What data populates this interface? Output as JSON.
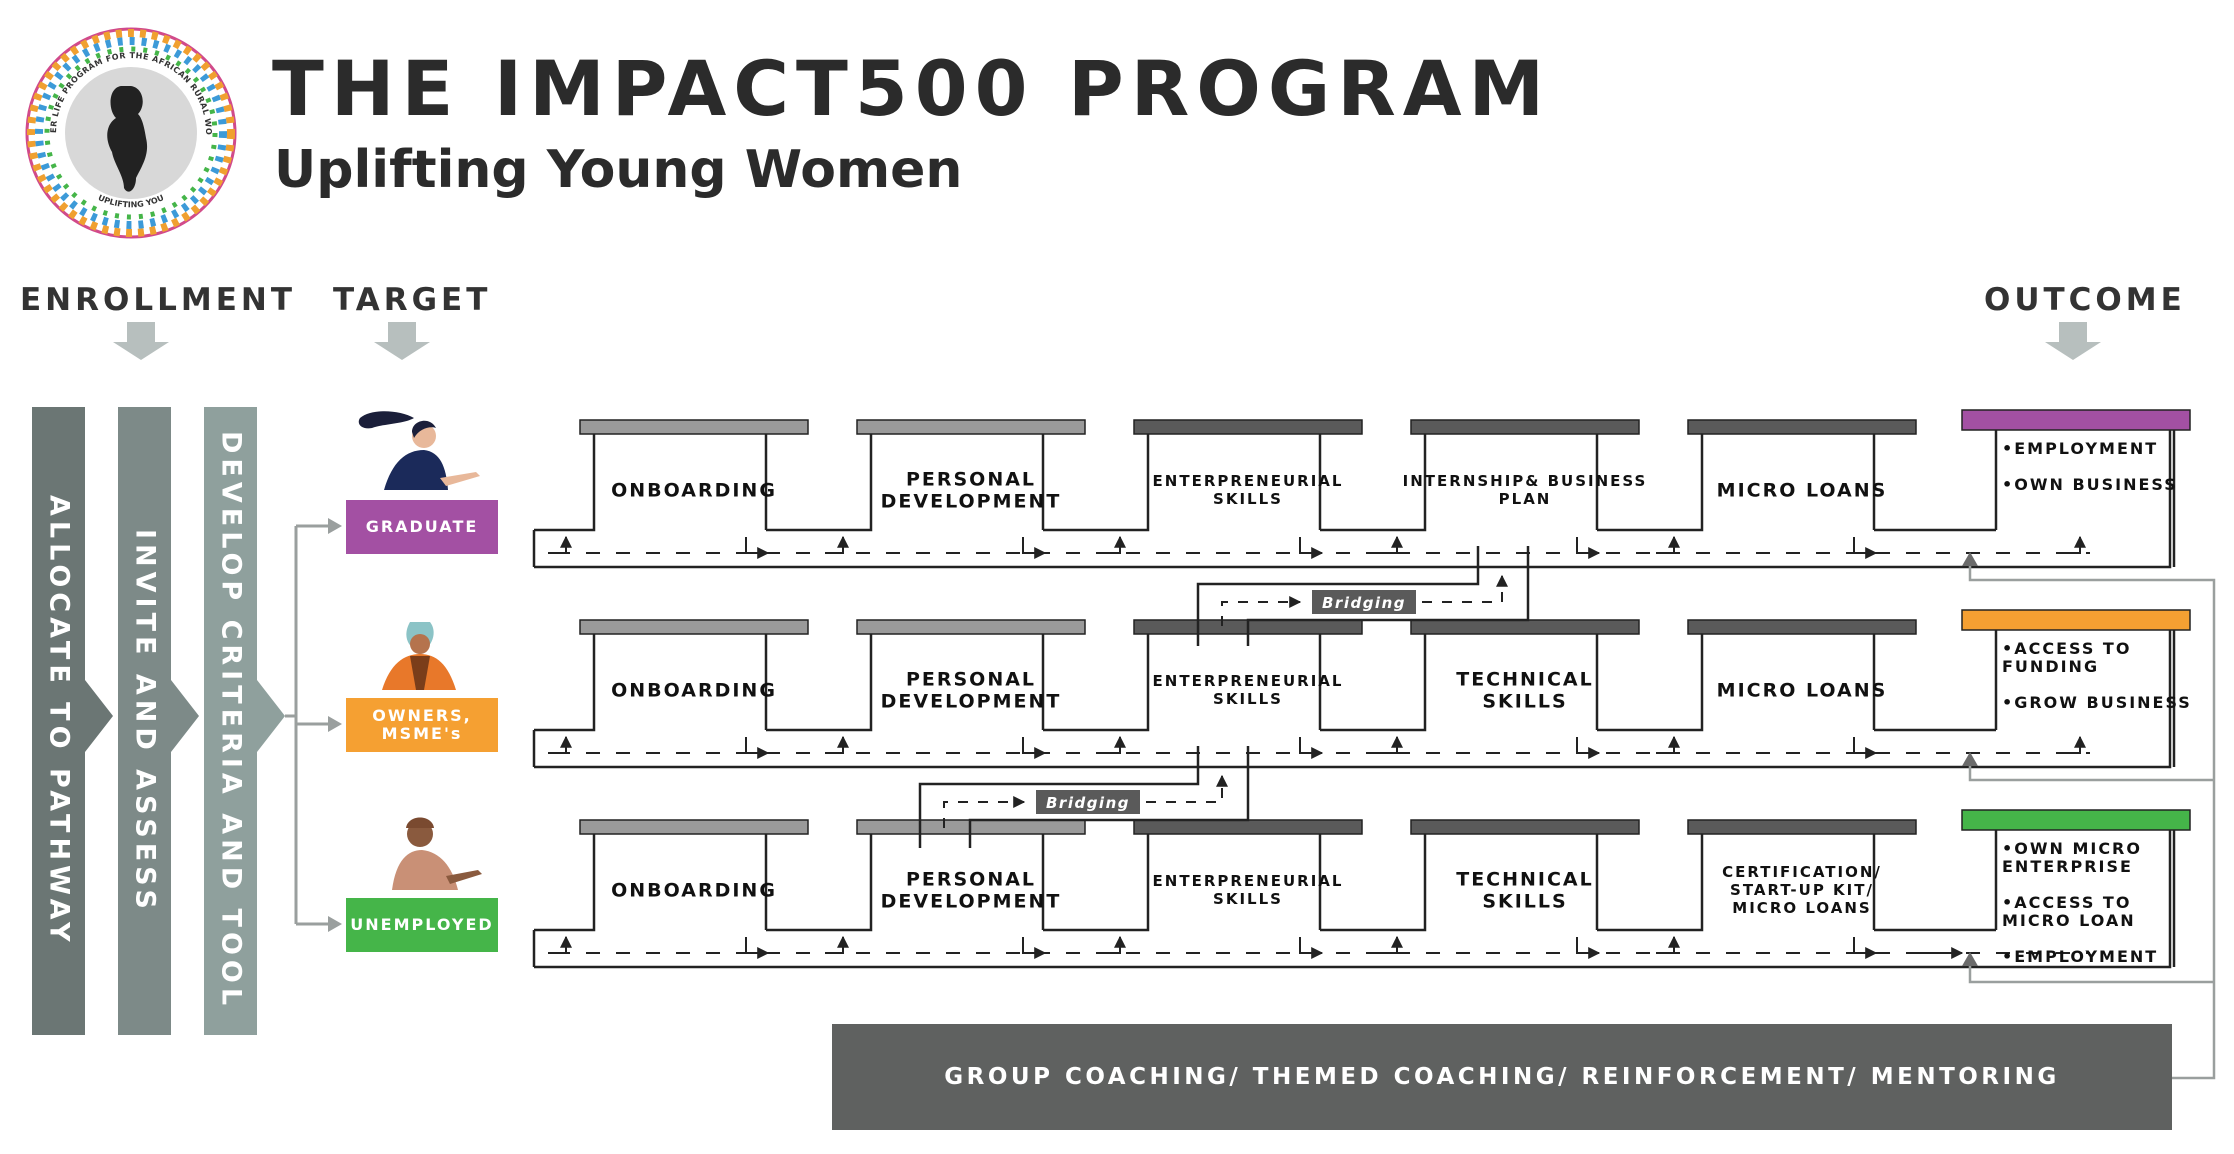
{
  "header": {
    "title": "THE IMPACT500 PROGRAM",
    "subtitle": "Uplifting Young Women",
    "logo": {
      "ring_text_top": "BETTER LIFE PROGRAM FOR THE AFRICAN RURAL WOMAN",
      "ring_text_bottom": "UPLIFTING YOU"
    }
  },
  "columns": {
    "enrollment": "ENROLLMENT",
    "target": "TARGET",
    "outcome": "OUTCOME"
  },
  "enrollment_steps": [
    "ALLOCATE TO PATHWAY",
    "INVITE AND ASSESS",
    "DEVELOP CRITERIA AND TOOL"
  ],
  "targets": [
    {
      "label": "GRADUATE",
      "color": "#a350a3"
    },
    {
      "label": "OWNERS, MSME's",
      "color": "#f5a032"
    },
    {
      "label": "UNEMPLOYED",
      "color": "#45b549"
    }
  ],
  "tracks": [
    {
      "steps": [
        "ONBOARDING",
        "PERSONAL DEVELOPMENT",
        "ENTERPRENEURIAL SKILLS",
        "INTERNSHIP& BUSINESS PLAN",
        "MICRO LOANS"
      ],
      "outcomes": [
        "•EMPLOYMENT",
        "•OWN BUSINESS"
      ],
      "outcome_color": "#a350a3"
    },
    {
      "steps": [
        "ONBOARDING",
        "PERSONAL DEVELOPMENT",
        "ENTERPRENEURIAL SKILLS",
        "TECHNICAL SKILLS",
        "MICRO LOANS"
      ],
      "outcomes": [
        "•ACCESS TO FUNDING",
        "•GROW BUSINESS"
      ],
      "outcome_color": "#f5a032"
    },
    {
      "steps": [
        "ONBOARDING",
        "PERSONAL DEVELOPMENT",
        "ENTERPRENEURIAL SKILLS",
        "TECHNICAL SKILLS",
        "CERTIFICATION/ START-UP KIT/ MICRO LOANS"
      ],
      "outcomes": [
        "•OWN MICRO ENTERPRISE",
        "•ACCESS TO MICRO LOAN",
        "•EMPLOYMENT"
      ],
      "outcome_color": "#45b549"
    }
  ],
  "bridging": [
    "Bridging",
    "Bridging"
  ],
  "coaching": "GROUP COACHING/ THEMED COACHING/ REINFORCEMENT/ MENTORING",
  "colors": {
    "dark_text": "#2b2b2b",
    "gray_arrow": "#b7bfbe",
    "enroll_1": "#6b7674",
    "enroll_2": "#7d8a88",
    "enroll_3": "#8fa09d",
    "step_bar": "#9a9a9a",
    "coaching_bg": "#5f6160"
  }
}
